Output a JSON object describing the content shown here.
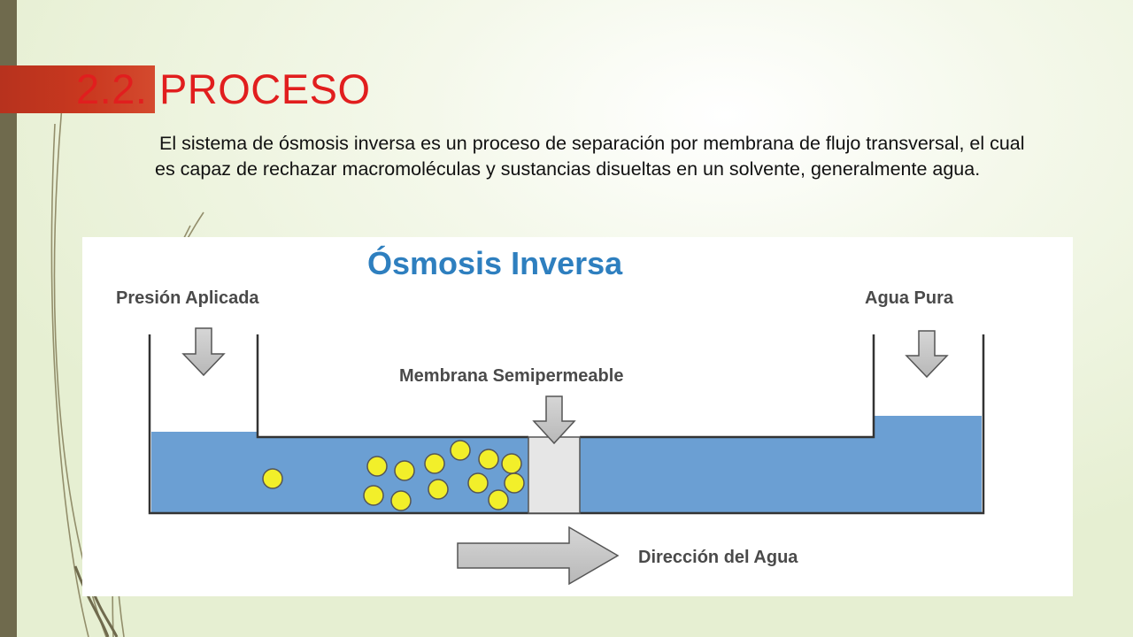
{
  "slide": {
    "title": "2.2. PROCESO",
    "body": "El sistema de ósmosis  inversa es un proceso  de separación por  membrana de flujo  transversal, el cual es  capaz de rechazar  macromoléculas y  sustancias disueltas en  un solvente,  generalmente agua."
  },
  "diagram": {
    "title": "Ósmosis Inversa",
    "label_pressure": "Presión Aplicada",
    "label_pure_water": "Agua Pura",
    "label_membrane": "Membrana Semipermeable",
    "label_direction": "Dirección del Agua",
    "colors": {
      "water": "#6b9fd3",
      "particle": "#f2ef2a",
      "arrow": "#c4c4c4",
      "membrane": "#e6e6e6",
      "title": "#2e7fbf"
    }
  }
}
